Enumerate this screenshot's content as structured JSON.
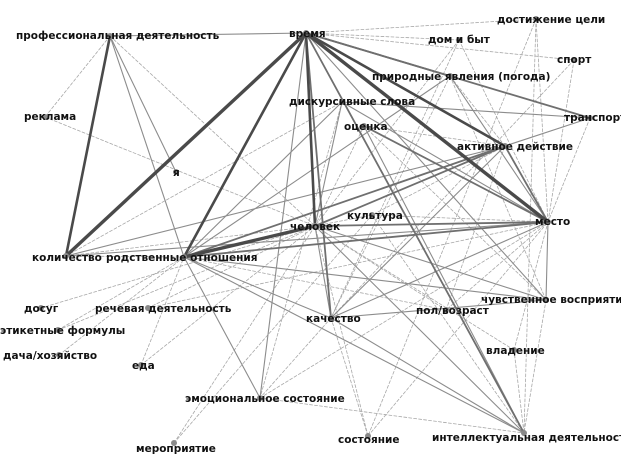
{
  "colors": {
    "edge_strong": "#4a4a4a",
    "edge_medium": "#6f6f6f",
    "edge_light": "#8c8c8c",
    "edge_faint": "#a8a8a8",
    "label": "#111111",
    "node": "#8a8a8a"
  },
  "nodes": [
    {
      "id": "prof",
      "label": "профессиональная деятельность"
    },
    {
      "id": "vremya",
      "label": "время"
    },
    {
      "id": "dostizh",
      "label": "достижение цели"
    },
    {
      "id": "dom",
      "label": "дом и быт"
    },
    {
      "id": "sport",
      "label": "спорт"
    },
    {
      "id": "priroda",
      "label": "природные явления (погода)"
    },
    {
      "id": "diskurs",
      "label": "дискурсивные слова"
    },
    {
      "id": "transport",
      "label": "транспорт"
    },
    {
      "id": "reklama",
      "label": "реклама"
    },
    {
      "id": "ocenka",
      "label": "оценка"
    },
    {
      "id": "aktiv",
      "label": "активное действие"
    },
    {
      "id": "ya",
      "label": "я"
    },
    {
      "id": "kultura",
      "label": "культура"
    },
    {
      "id": "mesto",
      "label": "место"
    },
    {
      "id": "chelovek",
      "label": "человек"
    },
    {
      "id": "kolichestvo",
      "label": "количество"
    },
    {
      "id": "rodstv",
      "label": "родственные отношения"
    },
    {
      "id": "chuvstv",
      "label": "чувственное восприятие"
    },
    {
      "id": "dosug",
      "label": "досуг"
    },
    {
      "id": "rechevaya",
      "label": "речевая деятельность"
    },
    {
      "id": "pol",
      "label": "пол/возраст"
    },
    {
      "id": "kachestvo",
      "label": "качество"
    },
    {
      "id": "etiket",
      "label": "этикетные формулы"
    },
    {
      "id": "vladenie",
      "label": "владение"
    },
    {
      "id": "dacha",
      "label": "дача/хозяйство"
    },
    {
      "id": "eda",
      "label": "еда"
    },
    {
      "id": "emoc",
      "label": "эмоциональное состояние"
    },
    {
      "id": "meropr",
      "label": "мероприятие"
    },
    {
      "id": "sostoyanie",
      "label": "состояние"
    },
    {
      "id": "intellekt",
      "label": "интеллектуальная деятельность"
    }
  ],
  "edges": [
    {
      "from": "vremya",
      "to": "kolichestvo",
      "weight": 5
    },
    {
      "from": "vremya",
      "to": "mesto",
      "weight": 5
    },
    {
      "from": "vremya",
      "to": "aktiv",
      "weight": 4
    },
    {
      "from": "vremya",
      "to": "rodstv",
      "weight": 4
    },
    {
      "from": "vremya",
      "to": "chelovek",
      "weight": 4
    },
    {
      "from": "vremya",
      "to": "transport",
      "weight": 3
    },
    {
      "from": "vremya",
      "to": "priroda",
      "weight": 3
    },
    {
      "from": "vremya",
      "to": "kachestvo",
      "weight": 3
    },
    {
      "from": "vremya",
      "to": "emoc",
      "weight": 2
    },
    {
      "from": "vremya",
      "to": "intellekt",
      "weight": 3
    },
    {
      "from": "vremya",
      "to": "sport",
      "weight": 1
    },
    {
      "from": "vremya",
      "to": "dostizh",
      "weight": 1
    },
    {
      "from": "vremya",
      "to": "prof",
      "weight": 2
    },
    {
      "from": "vremya",
      "to": "chuvstv",
      "weight": 2
    },
    {
      "from": "vremya",
      "to": "dom",
      "weight": 1
    },
    {
      "from": "prof",
      "to": "kolichestvo",
      "weight": 4
    },
    {
      "from": "prof",
      "to": "ya",
      "weight": 2
    },
    {
      "from": "prof",
      "to": "reklama",
      "weight": 1
    },
    {
      "from": "prof",
      "to": "rodstv",
      "weight": 2
    },
    {
      "from": "prof",
      "to": "chelovek",
      "weight": 1
    },
    {
      "from": "rodstv",
      "to": "chelovek",
      "weight": 5
    },
    {
      "from": "rodstv",
      "to": "mesto",
      "weight": 3
    },
    {
      "from": "rodstv",
      "to": "aktiv",
      "weight": 3
    },
    {
      "from": "rodstv",
      "to": "priroda",
      "weight": 2
    },
    {
      "from": "rodstv",
      "to": "diskurs",
      "weight": 2
    },
    {
      "from": "rodstv",
      "to": "kachestvo",
      "weight": 2
    },
    {
      "from": "rodstv",
      "to": "chuvstv",
      "weight": 2
    },
    {
      "from": "rodstv",
      "to": "emoc",
      "weight": 2
    },
    {
      "from": "rodstv",
      "to": "intellekt",
      "weight": 2
    },
    {
      "from": "rodstv",
      "to": "kolichestvo",
      "weight": 1
    },
    {
      "from": "rodstv",
      "to": "pol",
      "weight": 1
    },
    {
      "from": "kolichestvo",
      "to": "mesto",
      "weight": 2
    },
    {
      "from": "kolichestvo",
      "to": "aktiv",
      "weight": 2
    },
    {
      "from": "kolichestvo",
      "to": "chelovek",
      "weight": 1
    },
    {
      "from": "kolichestvo",
      "to": "diskurs",
      "weight": 1
    },
    {
      "from": "chelovek",
      "to": "mesto",
      "weight": 3
    },
    {
      "from": "chelovek",
      "to": "aktiv",
      "weight": 3
    },
    {
      "from": "chelovek",
      "to": "diskurs",
      "weight": 2
    },
    {
      "from": "chelovek",
      "to": "kachestvo",
      "weight": 2
    },
    {
      "from": "chelovek",
      "to": "intellekt",
      "weight": 2
    },
    {
      "from": "chelovek",
      "to": "ocenka",
      "weight": 1
    },
    {
      "from": "chelovek",
      "to": "chuvstv",
      "weight": 2
    },
    {
      "from": "chelovek",
      "to": "kultura",
      "weight": 1
    },
    {
      "from": "ocenka",
      "to": "mesto",
      "weight": 3
    },
    {
      "from": "ocenka",
      "to": "intellekt",
      "weight": 2
    },
    {
      "from": "ocenka",
      "to": "aktiv",
      "weight": 1
    },
    {
      "from": "ocenka",
      "to": "chuvstv",
      "weight": 1
    },
    {
      "from": "aktiv",
      "to": "mesto",
      "weight": 3
    },
    {
      "from": "aktiv",
      "to": "transport",
      "weight": 2
    },
    {
      "from": "aktiv",
      "to": "kachestvo",
      "weight": 2
    },
    {
      "from": "aktiv",
      "to": "priroda",
      "weight": 1
    },
    {
      "from": "aktiv",
      "to": "kultura",
      "weight": 1
    },
    {
      "from": "diskurs",
      "to": "transport",
      "weight": 2
    },
    {
      "from": "diskurs",
      "to": "mesto",
      "weight": 2
    },
    {
      "from": "diskurs",
      "to": "emoc",
      "weight": 1
    },
    {
      "from": "priroda",
      "to": "mesto",
      "weight": 2
    },
    {
      "from": "priroda",
      "to": "kachestvo",
      "weight": 1
    },
    {
      "from": "priroda",
      "to": "chuvstv",
      "weight": 1
    },
    {
      "from": "mesto",
      "to": "kachestvo",
      "weight": 2
    },
    {
      "from": "mesto",
      "to": "pol",
      "weight": 1
    },
    {
      "from": "kachestvo",
      "to": "intellekt",
      "weight": 2
    },
    {
      "from": "kachestvo",
      "to": "chuvstv",
      "weight": 2
    },
    {
      "from": "kachestvo",
      "to": "emoc",
      "weight": 1
    },
    {
      "from": "kachestvo",
      "to": "sostoyanie",
      "weight": 1
    },
    {
      "from": "emoc",
      "to": "intellekt",
      "weight": 1
    },
    {
      "from": "emoc",
      "to": "mesto",
      "weight": 1
    },
    {
      "from": "dostizh",
      "to": "intellekt",
      "weight": 1
    },
    {
      "from": "dostizh",
      "to": "mesto",
      "weight": 1
    },
    {
      "from": "dom",
      "to": "mesto",
      "weight": 1
    },
    {
      "from": "dom",
      "to": "chelovek",
      "weight": 1
    },
    {
      "from": "sport",
      "to": "mesto",
      "weight": 1
    },
    {
      "from": "sport",
      "to": "kachestvo",
      "weight": 1
    },
    {
      "from": "reklama",
      "to": "chelovek",
      "weight": 1
    },
    {
      "from": "dosug",
      "to": "chelovek",
      "weight": 1
    },
    {
      "from": "rechevaya",
      "to": "mesto",
      "weight": 1
    },
    {
      "from": "rechevaya",
      "to": "chelovek",
      "weight": 1
    },
    {
      "from": "etiket",
      "to": "chelovek",
      "weight": 1
    },
    {
      "from": "etiket",
      "to": "rodstv",
      "weight": 1
    },
    {
      "from": "dacha",
      "to": "rodstv",
      "weight": 1
    },
    {
      "from": "eda",
      "to": "chelovek",
      "weight": 1
    },
    {
      "from": "eda",
      "to": "rodstv",
      "weight": 1
    },
    {
      "from": "meropr",
      "to": "chelovek",
      "weight": 1
    },
    {
      "from": "meropr",
      "to": "kultura",
      "weight": 1
    },
    {
      "from": "sostoyanie",
      "to": "chelovek",
      "weight": 1
    },
    {
      "from": "sostoyanie",
      "to": "mesto",
      "weight": 1
    },
    {
      "from": "vladenie",
      "to": "mesto",
      "weight": 1
    },
    {
      "from": "vladenie",
      "to": "chelovek",
      "weight": 1
    },
    {
      "from": "pol",
      "to": "chelovek",
      "weight": 1
    },
    {
      "from": "pol",
      "to": "aktiv",
      "weight": 1
    },
    {
      "from": "chuvstv",
      "to": "mesto",
      "weight": 2
    },
    {
      "from": "chuvstv",
      "to": "intellekt",
      "weight": 1
    },
    {
      "from": "kultura",
      "to": "mesto",
      "weight": 1
    },
    {
      "from": "kultura",
      "to": "intellekt",
      "weight": 1
    },
    {
      "from": "transport",
      "to": "mesto",
      "weight": 1
    },
    {
      "from": "dostizh",
      "to": "sostoyanie",
      "weight": 1
    },
    {
      "from": "dom",
      "to": "kachestvo",
      "weight": 1
    },
    {
      "from": "vladenie",
      "to": "intellekt",
      "weight": 1
    }
  ]
}
